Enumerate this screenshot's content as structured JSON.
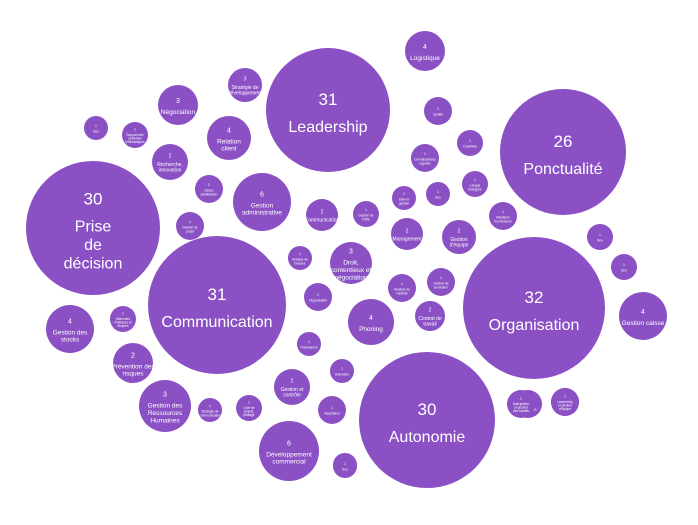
{
  "chart_data": {
    "type": "bubble",
    "title": "",
    "color": "#8a50c4",
    "label_color": "#ffffff",
    "bubbles": [
      {
        "label": "Leadership",
        "value": 31
      },
      {
        "label": "Ponctualité",
        "value": 26
      },
      {
        "label": "Prise de décision",
        "value": 30
      },
      {
        "label": "Communication",
        "value": 31
      },
      {
        "label": "Organisation",
        "value": 32
      },
      {
        "label": "Autonomie",
        "value": 30
      },
      {
        "label": "Logistique",
        "value": 4
      },
      {
        "label": "Négociation",
        "value": 3
      },
      {
        "label": "Relation client",
        "value": 4
      },
      {
        "label": "Stratégie de développement",
        "value": 3
      },
      {
        "label": "Qualité",
        "value": 2
      },
      {
        "label": "Recherche, innovation",
        "value": 2
      },
      {
        "label": "Gestion administrative",
        "value": 6
      },
      {
        "label": "Droit, contentieux et négociation",
        "value": 3
      },
      {
        "label": "Gestion des stocks",
        "value": 4
      },
      {
        "label": "Phoning",
        "value": 4
      },
      {
        "label": "Gestion caisse",
        "value": 4
      },
      {
        "label": "Management",
        "value": 2
      },
      {
        "label": "Gestion d'équipe",
        "value": 2
      },
      {
        "label": "Prévention des risques",
        "value": 2
      },
      {
        "label": "Gestion des Ressources Humaines",
        "value": 3
      },
      {
        "label": "Gestion et contrôle",
        "value": 2
      },
      {
        "label": "Développement commercial",
        "value": 6
      },
      {
        "label": "Communication",
        "value": 2
      },
      {
        "label": "Organisation",
        "value": 2
      },
      {
        "label": "Contrat de travail",
        "value": 2
      },
      {
        "label": "Calcul, planification",
        "value": 2
      },
      {
        "label": "Seo",
        "value": 1
      },
      {
        "label": "Support des systèmes informatiques",
        "value": 1
      },
      {
        "label": "Connaissances logiciels",
        "value": 1
      },
      {
        "label": "Polyvalence",
        "value": 1
      },
      {
        "label": "Créativité",
        "value": 1
      },
      {
        "label": "Relations fournisseurs",
        "value": 1
      },
      {
        "label": "Langue étrangère",
        "value": 1
      },
      {
        "label": "Gestion de l'offre",
        "value": 1
      },
      {
        "label": "Suivi et gestion",
        "value": 1
      },
      {
        "label": "Gestion de projet",
        "value": 1
      },
      {
        "label": "Analyse de besoins",
        "value": 1
      },
      {
        "label": "Seo",
        "value": 1
      },
      {
        "label": "Analyse de l'activité",
        "value": 1
      },
      {
        "label": "Gestion de la relation",
        "value": 1
      },
      {
        "label": "Animation",
        "value": 1
      },
      {
        "label": "Méthodes Pratiques et Moyens",
        "value": 1
      },
      {
        "label": "Stratégie de communication",
        "value": 1
      },
      {
        "label": "Chef de projets, pilotage",
        "value": 1
      },
      {
        "label": "Adaptation",
        "value": 1
      },
      {
        "label": "Gestion de la qualité",
        "value": 1
      },
      {
        "label": "Stratégie d'innovation",
        "value": 1
      },
      {
        "label": "Seo",
        "value": 1
      },
      {
        "label": "Seo",
        "value": 1
      },
      {
        "label": "Seo",
        "value": 1
      },
      {
        "label": "Seo",
        "value": 1
      },
      {
        "label": "Anticipation et gestion des conflits",
        "value": 1
      },
      {
        "label": "Leadership et gestion d'équipe",
        "value": 1
      }
    ]
  }
}
